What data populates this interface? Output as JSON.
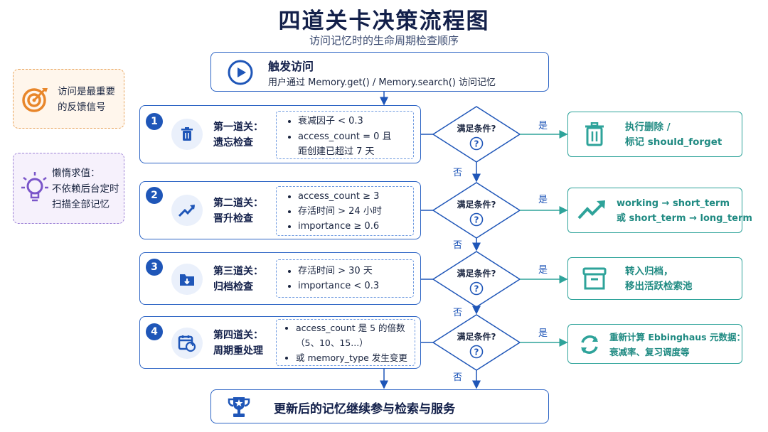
{
  "title": "四道关卡决策流程图",
  "subtitle": "访问记忆时的生命周期检查顺序",
  "trigger": {
    "title": "触发访问",
    "desc": "用户通过 Memory.get() / Memory.search() 访问记忆",
    "icon": "play-icon"
  },
  "side_notes": [
    {
      "text_line1": "访问是最重要",
      "text_line2": "的反馈信号",
      "icon": "target-icon",
      "color": "#e8862a"
    },
    {
      "text_line1": "懒惰求值：",
      "text_line2": "不依赖后台定时",
      "text_line3": "扫描全部记忆",
      "icon": "lightbulb-icon",
      "color": "#7a55c9"
    }
  ],
  "gates": [
    {
      "number": "1",
      "name_line1": "第一道关：",
      "name_line2": "遗忘检查",
      "icon": "trash-icon",
      "conditions": [
        "衰减因子 < 0.3",
        "access_count = 0 且",
        "距创建已超过 7 天"
      ],
      "decision": "满足条件?",
      "yes": "是",
      "no": "否",
      "result_line1": "执行删除 /",
      "result_line2": "标记 should_forget",
      "result_icon": "trash-icon"
    },
    {
      "number": "2",
      "name_line1": "第二道关：",
      "name_line2": "晋升检查",
      "icon": "trending-up-icon",
      "conditions": [
        "access_count ≥ 3",
        "存活时间 > 24 小时",
        "importance ≥ 0.6"
      ],
      "decision": "满足条件?",
      "yes": "是",
      "no": "否",
      "result_line1": "working → short_term",
      "result_line2": "或 short_term → long_term",
      "result_icon": "trending-up-icon"
    },
    {
      "number": "3",
      "name_line1": "第三道关：",
      "name_line2": "归档检查",
      "icon": "folder-download-icon",
      "conditions": [
        "存活时间 > 30 天",
        "importance < 0.3"
      ],
      "decision": "满足条件?",
      "yes": "是",
      "no": "否",
      "result_line1": "转入归档，",
      "result_line2": "移出活跃检索池",
      "result_icon": "archive-box-icon"
    },
    {
      "number": "4",
      "name_line1": "第四道关：",
      "name_line2": "周期重处理",
      "icon": "calendar-refresh-icon",
      "conditions": [
        "access_count 是 5 的倍数",
        "（5、10、15...）",
        "或 memory_type 发生变更"
      ],
      "decision": "满足条件?",
      "yes": "是",
      "no": "否",
      "result_line1": "重新计算 Ebbinghaus 元数据：",
      "result_line2": "衰减率、复习调度等",
      "result_icon": "refresh-icon"
    }
  ],
  "final": {
    "text": "更新后的记忆继续参与检索与服务",
    "icon": "trophy-icon"
  },
  "colors": {
    "primary": "#1f56b8",
    "teal": "#2ea39a",
    "orange": "#e8862a",
    "purple": "#7a55c9"
  }
}
